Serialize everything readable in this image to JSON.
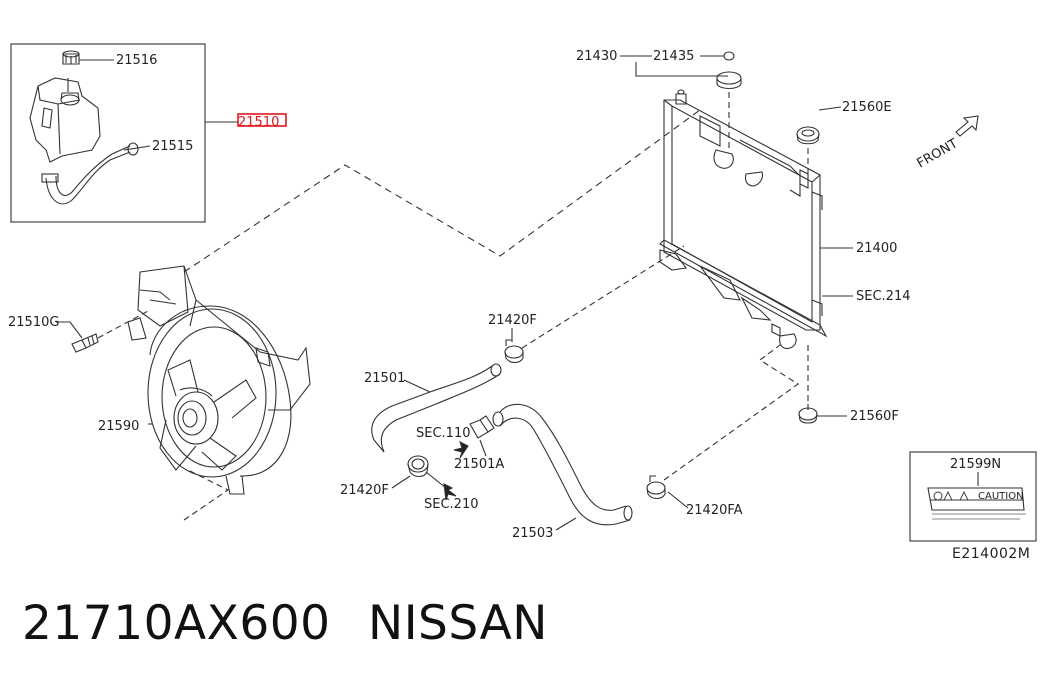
{
  "diagram": {
    "labels": {
      "p21516": "21516",
      "p21510": "21510",
      "p21515": "21515",
      "p21430": "21430",
      "p21435": "21435",
      "p21560E": "21560E",
      "front": "FRONT",
      "p21400": "21400",
      "sec214": "SEC.214",
      "p21510G": "21510G",
      "p21420F_top": "21420F",
      "p21501": "21501",
      "p21590": "21590",
      "sec110": "SEC.110",
      "p21501A": "21501A",
      "p21560F": "21560F",
      "p21420F_bottom": "21420F",
      "sec210": "SEC.210",
      "p21599N": "21599N",
      "caution": "CAUTION",
      "p21503": "21503",
      "p21420FA": "21420FA",
      "diagram_code": "E214002M"
    },
    "highlight_color": "#e0161b",
    "line_color": "#333333"
  },
  "footer": {
    "part_number": "21710AX600",
    "brand": "NISSAN"
  }
}
